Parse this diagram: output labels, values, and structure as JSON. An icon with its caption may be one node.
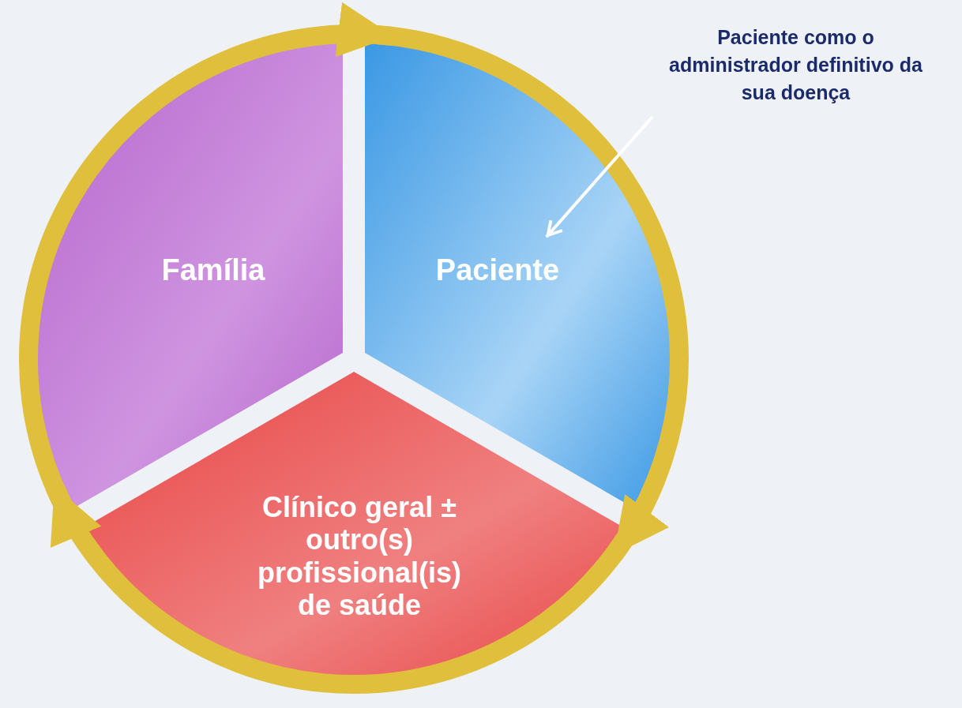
{
  "diagram": {
    "nodes": [
      {
        "text": [
          "Paciente como o administrador definitivo da sua doença"
        ]
      },
      {
        "text": [
          "Família"
        ]
      },
      {
        "text": [
          "Paciente"
        ]
      },
      {
        "text": [
          "Clínico geral ± outro(s) profissional(is) de saúde"
        ]
      }
    ],
    "edges": [
      {
        "from": 1,
        "to": 2,
        "arrow": "to"
      },
      {
        "from": 2,
        "to": 3,
        "arrow": "to"
      },
      {
        "from": 3,
        "to": 1,
        "arrow": "to"
      },
      {
        "from": 0,
        "to": 2,
        "arrow": "to",
        "color": "#ffffff"
      }
    ]
  }
}
